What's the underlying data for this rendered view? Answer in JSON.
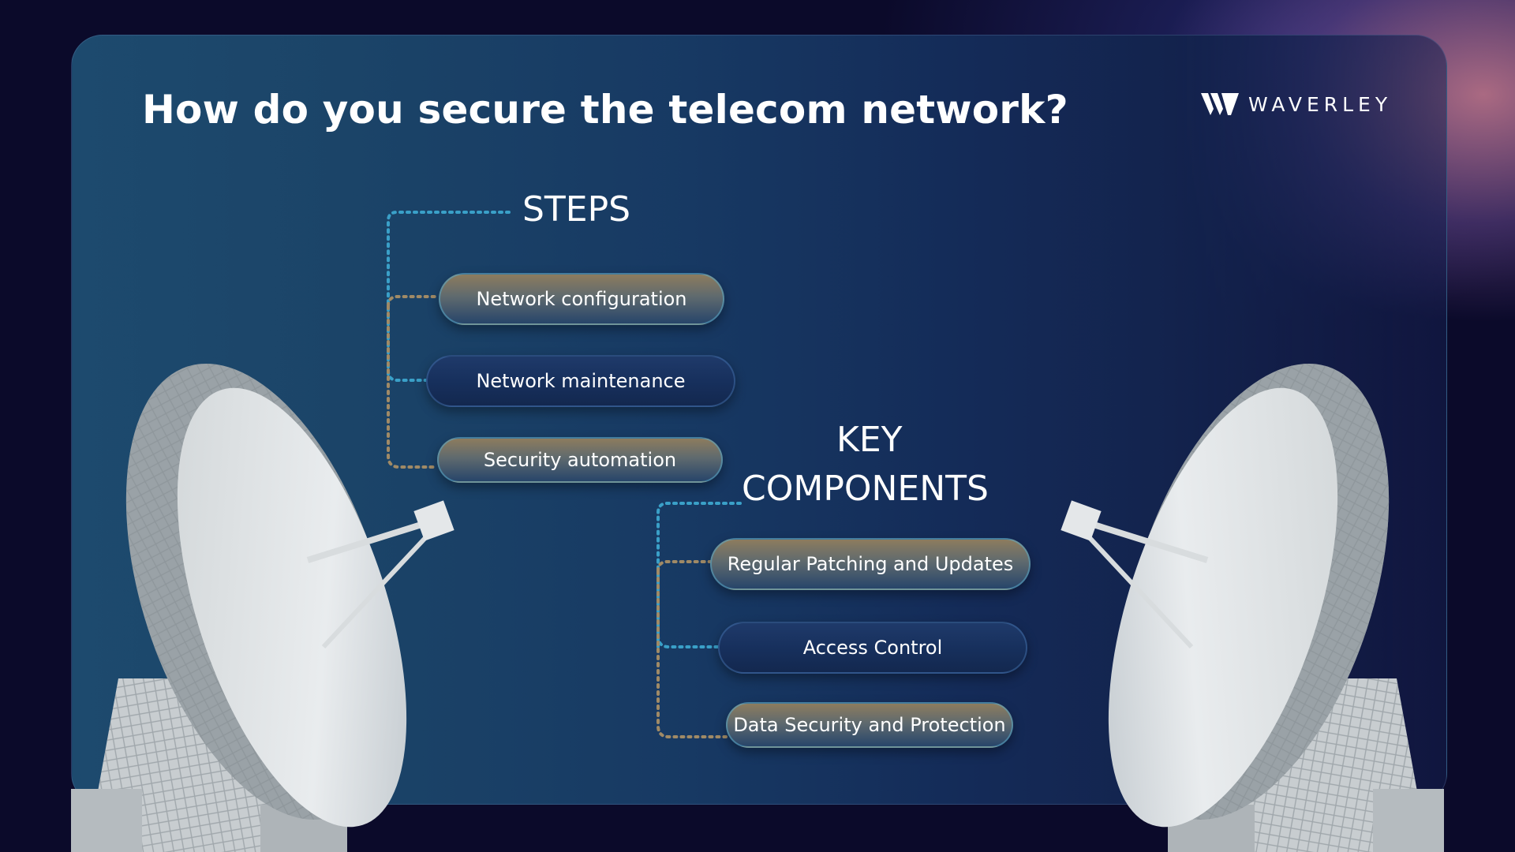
{
  "slide": {
    "title": "How do you secure the telecom network?",
    "brand": "WAVERLEY"
  },
  "steps": {
    "heading": "STEPS",
    "items": [
      {
        "label": "Network configuration",
        "style": "gold"
      },
      {
        "label": "Network maintenance",
        "style": "navy"
      },
      {
        "label": "Security automation",
        "style": "gold"
      }
    ]
  },
  "key_components": {
    "heading_line1": "KEY",
    "heading_line2": "COMPONENTS",
    "items": [
      {
        "label": "Regular Patching and Updates",
        "style": "gold"
      },
      {
        "label": "Access Control",
        "style": "navy"
      },
      {
        "label": "Data Security and Protection",
        "style": "gold"
      }
    ]
  },
  "colors": {
    "background": "#0b0a2a",
    "panel": "#1b4468",
    "connector_blue": "#3aa0c8",
    "connector_gold": "#a08a66",
    "pill_gold": "#8d7c5e",
    "pill_navy": "#17305d"
  },
  "icons": {
    "logo": "waverley-w-logo-icon",
    "decoration": "satellite-dish-icon"
  }
}
